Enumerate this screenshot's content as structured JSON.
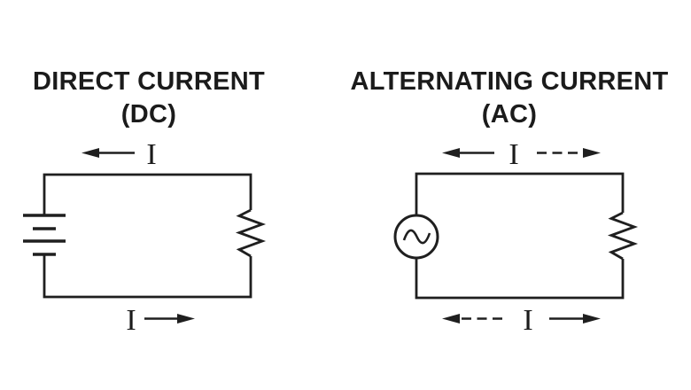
{
  "canvas": {
    "background": "#ffffff",
    "ink": "#1b1b1b"
  },
  "dc": {
    "title": "DIRECT CURRENT",
    "subtitle": "(DC)",
    "top_current_label": "I",
    "bottom_current_label": "I",
    "source_icon": "battery",
    "load_icon": "resistor",
    "top_arrow_style": "solid, pointing left",
    "bottom_arrow_style": "solid, pointing right"
  },
  "ac": {
    "title": "ALTERNATING CURRENT",
    "subtitle": "(AC)",
    "top_current_label": "I",
    "bottom_current_label": "I",
    "source_icon": "ac-sine-wave-source",
    "load_icon": "resistor",
    "top_arrow_styles": "solid pointing left, dashed pointing right",
    "bottom_arrow_styles": "dashed pointing left, solid pointing right"
  }
}
